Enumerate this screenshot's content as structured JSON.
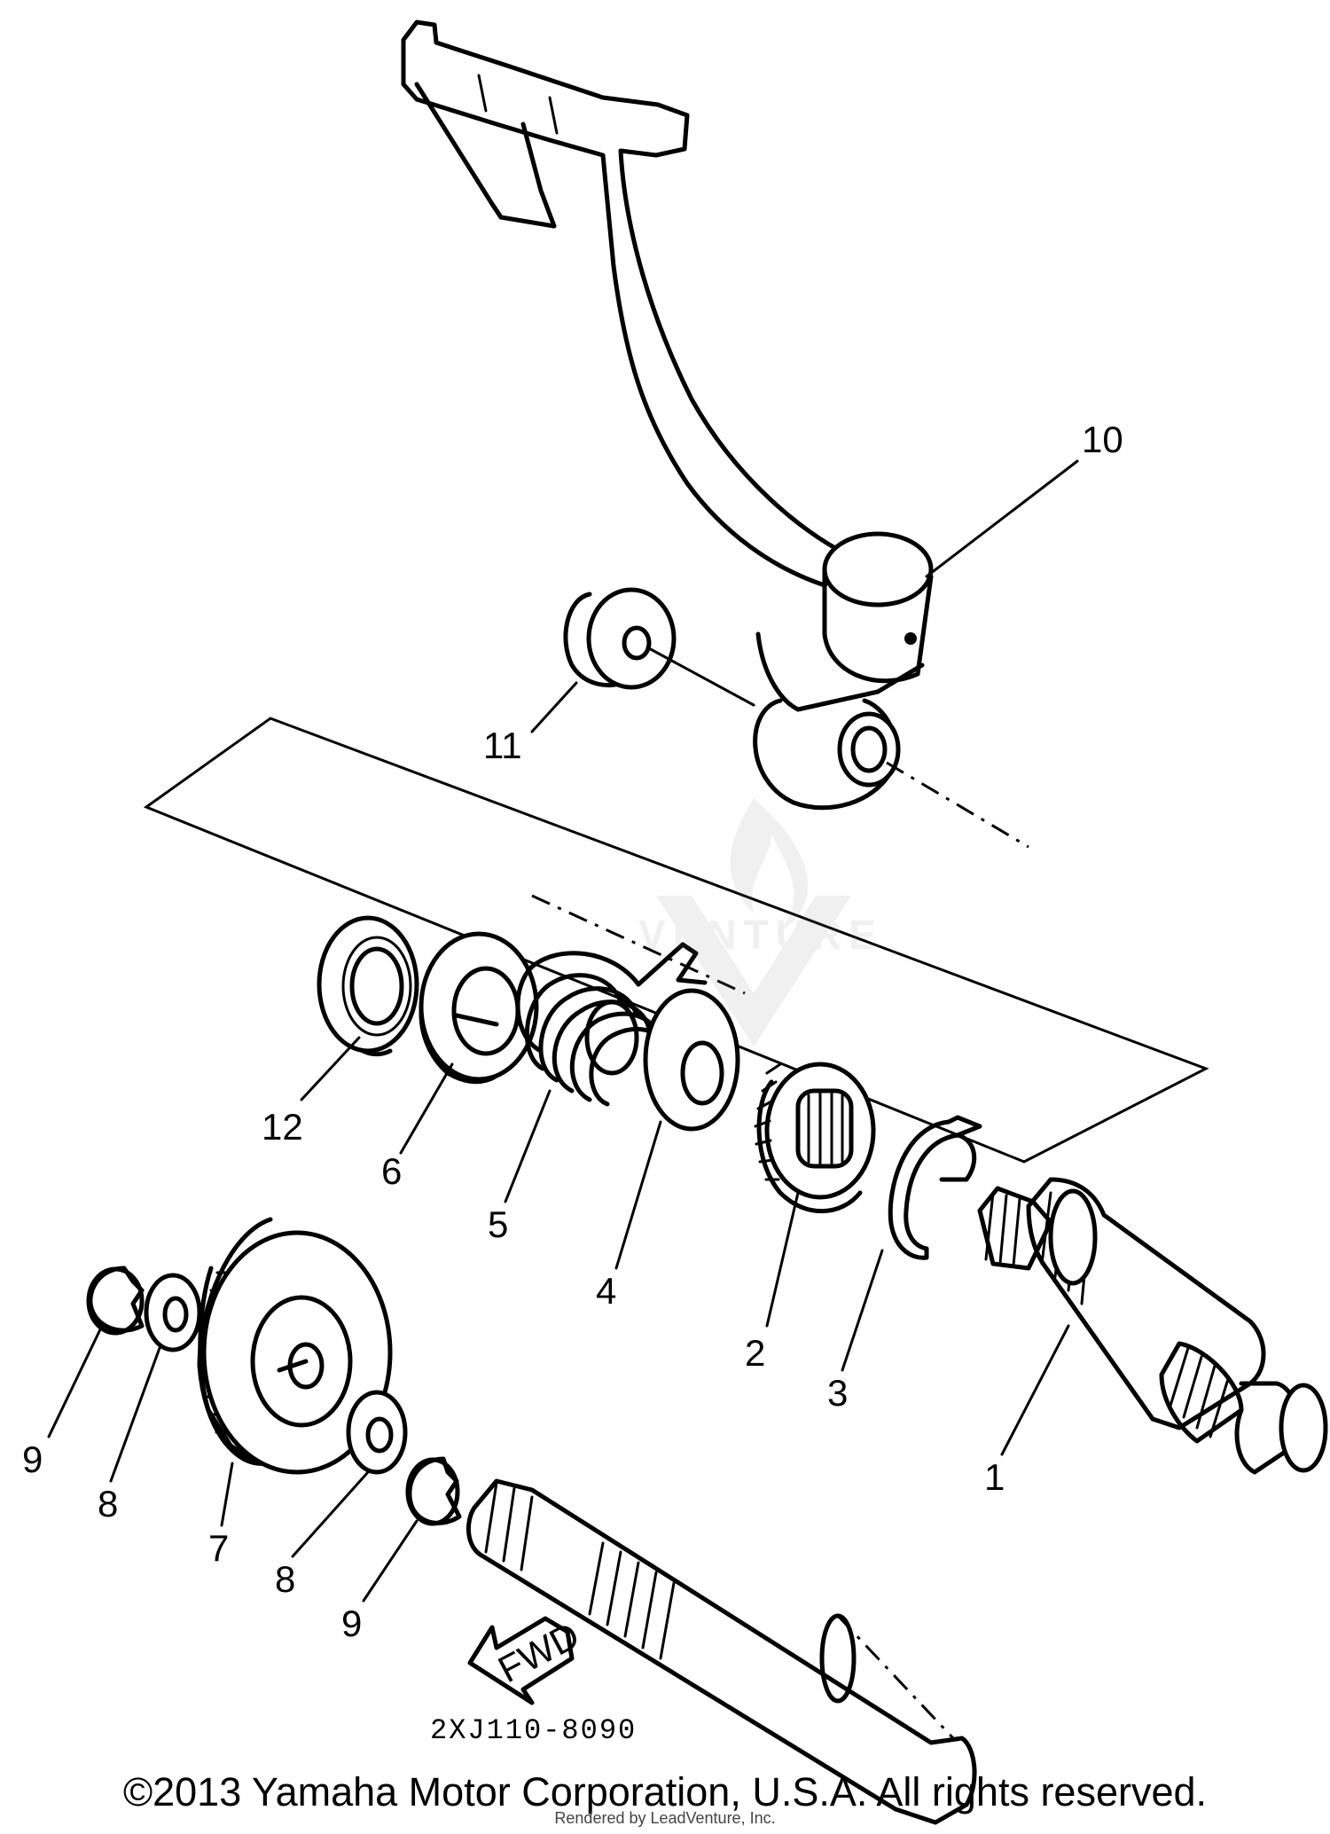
{
  "callouts": {
    "c1": "1",
    "c2": "2",
    "c3": "3",
    "c4": "4",
    "c5": "5",
    "c6": "6",
    "c7": "7",
    "c8a": "8",
    "c8b": "8",
    "c9a": "9",
    "c9b": "9",
    "c10": "10",
    "c11": "11",
    "c12": "12"
  },
  "fwd_label": "FWD",
  "part_code": "2XJ110-8090",
  "copyright": "©2013 Yamaha Motor Corporation, U.S.A. All rights reserved.",
  "render_note": "Rendered by LeadVenture, Inc.",
  "watermark_text": "VENTURE",
  "colors": {
    "ink": "#000000",
    "background": "#ffffff"
  }
}
